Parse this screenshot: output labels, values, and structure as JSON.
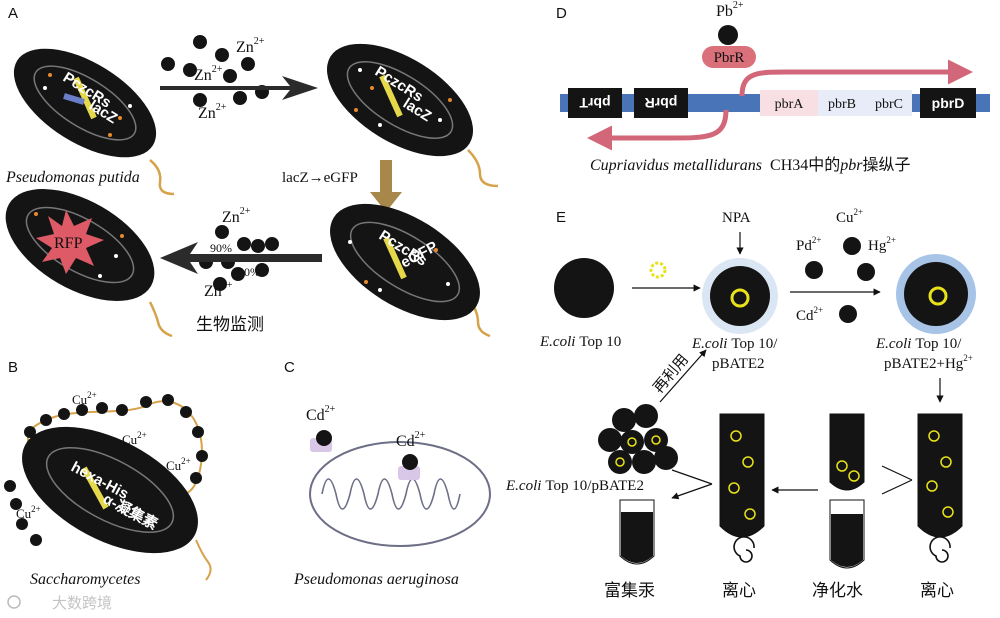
{
  "panels": {
    "a": {
      "label": "A",
      "species": "Pseudomonas putida",
      "gene1": "PczcRs",
      "gene2": "lacZ",
      "gene3": "eGFP",
      "ion_zn": "Zn",
      "ion_zn_charge": "2+",
      "swap_label": "lacZ→eGFP",
      "rfp": "RFP",
      "pct1": "90%",
      "pct2": "90%",
      "monitor": "生物监测"
    },
    "b": {
      "label": "B",
      "species": "Saccharomycetes",
      "ion_cu": "Cu",
      "ion_cu_charge": "2+",
      "gene1": "hexa-His",
      "gene2": "α-凝集素"
    },
    "c": {
      "label": "C",
      "species": "Pseudomonas aeruginosa",
      "ion_cd": "Cd",
      "ion_cd_charge": "2+"
    },
    "d": {
      "label": "D",
      "ion_pb": "Pb",
      "ion_pb_charge": "2+",
      "regulator": "PbrR",
      "genes_reversed": [
        "pbrT",
        "pbrR"
      ],
      "genes_forward": [
        "pbrA",
        "pbrB",
        "pbrC",
        "pbrD"
      ],
      "caption_species": "Cupriavidus metallidurans",
      "caption_strain": "CH34中的",
      "caption_gene": "pbr",
      "caption_tail": "操纵子"
    },
    "e": {
      "label": "E",
      "nanoparticle": "NPA",
      "ions": [
        "Pd",
        "Cu",
        "Hg",
        "Cd"
      ],
      "ion_charge": "2+",
      "strain_italic": "E.coli",
      "strain_top10": "Top 10",
      "strain_top10_slash": "Top 10/",
      "plasmid": "pBATE2",
      "plasmid_hg": "pBATE2+Hg",
      "strain_full_tail": "Top 10/pBATE2",
      "reuse": "再利用",
      "steps": [
        "富集汞",
        "离心",
        "净化水",
        "离心"
      ]
    }
  },
  "watermark": "大数跨境",
  "colors": {
    "cell": "#141414",
    "arrow_dark": "#2b2b2b",
    "arrow_gold": "#a8874a",
    "dna_blue": "#4a74b8",
    "regulator": "#d9707a",
    "mrna_arrow": "#d2677a",
    "rfp": "#dd5a66",
    "nanoparticle": "#e8e21a",
    "shell": "#a7c3e6",
    "membrane_purple": "#d9c7e8"
  }
}
